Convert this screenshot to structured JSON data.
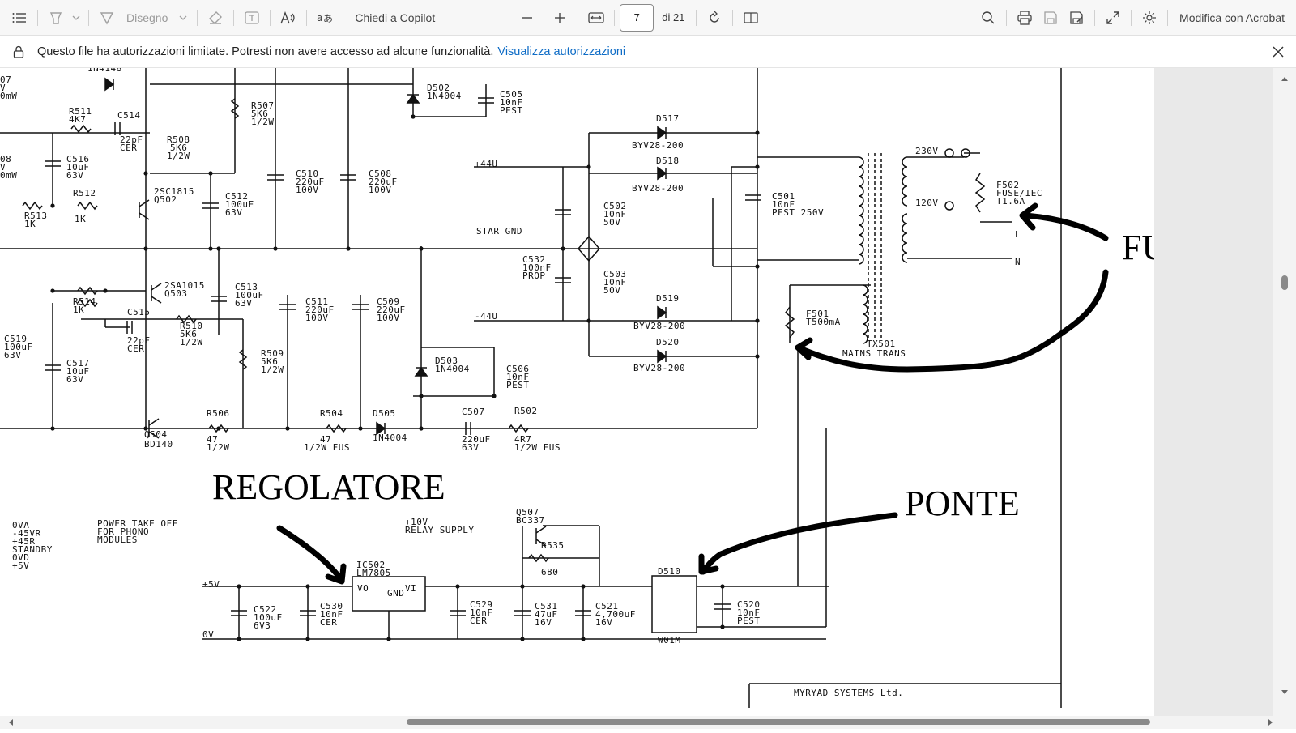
{
  "toolbar": {
    "draw_label": "Disegno",
    "copilot_label": "Chiedi a Copilot",
    "page_current": "7",
    "page_total": "di 21",
    "acrobat_label": "Modifica con Acrobat",
    "icons": [
      "contents-icon",
      "highlight-icon",
      "draw-icon",
      "erase-icon",
      "text-box-icon",
      "read-aloud-icon",
      "translate-icon",
      "zoom-out-icon",
      "zoom-in-icon",
      "fit-page-icon",
      "rotate-icon",
      "page-view-icon",
      "search-icon",
      "print-icon",
      "save-icon",
      "save-as-icon",
      "fullscreen-icon",
      "settings-icon"
    ]
  },
  "notice": {
    "text": "Questo file ha autorizzazioni limitate. Potresti non avere accesso ad alcune funzionalità.",
    "link": "Visualizza autorizzazioni"
  },
  "schematic": {
    "annotations": {
      "fuse": "FUSE",
      "regolatore": "REGOLATORE",
      "ponte": "PONTE"
    },
    "labels": [
      "07",
      "V",
      "0mW",
      "1N4148",
      "R511",
      "4K7",
      "C514",
      "22pF",
      "CER",
      "R507",
      "5K6",
      "1/2W",
      "D502",
      "1N4004",
      "C505",
      "10nF",
      "PEST",
      "08",
      "V",
      "0mW",
      "C516",
      "10uF",
      "63V",
      "R508",
      "5K6",
      "1/2W",
      "D517",
      "BYV28-200",
      "D518",
      "BYV28-200",
      "C510",
      "220uF",
      "100V",
      "C508",
      "220uF",
      "100V",
      "R512",
      "1K",
      "R513",
      "1K",
      "2SC1815",
      "Q502",
      "C512",
      "100uF",
      "63V",
      "+44U",
      "C502",
      "10nF",
      "50V",
      "C501",
      "10nF",
      "PEST 250V",
      "230V",
      "120V",
      "F502",
      "FUSE/IEC",
      "T1.6A",
      "L",
      "N",
      "STAR GND",
      "C532",
      "100nF",
      "PROP",
      "C503",
      "10nF",
      "50V",
      "2SA1015",
      "Q503",
      "C513",
      "100uF",
      "63V",
      "R514",
      "1K",
      "C515",
      "22pF",
      "CER",
      "R510",
      "5K6",
      "1/2W",
      "C511",
      "220uF",
      "100V",
      "C509",
      "220uF",
      "100V",
      "-44U",
      "D519",
      "BYV28-200",
      "F501",
      "T500mA",
      "C519",
      "100uF",
      "63V",
      "C517",
      "10uF",
      "63V",
      "R509",
      "5K6",
      "1/2W",
      "D520",
      "BYV28-200",
      "TX501",
      "MAINS TRANS",
      "D503",
      "1N4004",
      "C506",
      "10nF",
      "PEST",
      "R506",
      "47",
      "1/2W",
      "R504",
      "47",
      "1/2W FUS",
      "D505",
      "1N4004",
      "C507",
      "220uF",
      "63V",
      "R502",
      "4R7",
      "1/2W FUS",
      "Q504",
      "BD140",
      "0VA",
      "-45VR",
      "+45R",
      "STANDBY",
      "0VD",
      "+5V",
      "POWER TAKE OFF",
      "FOR PHONO",
      "MODULES",
      "Q507",
      "BC337",
      "+10V",
      "RELAY SUPPLY",
      "R535",
      "680",
      "IC502",
      "LM7805",
      "VO",
      "VI",
      "GND",
      "D510",
      "W01M",
      "+5V",
      "0V",
      "C522",
      "100uF",
      "6V3",
      "C530",
      "10nF",
      "CER",
      "C529",
      "10nF",
      "CER",
      "C531",
      "47uF",
      "16V",
      "C521",
      "4,700uF",
      "16V",
      "C520",
      "10nF",
      "PEST",
      "MYRYAD SYSTEMS Ltd."
    ]
  }
}
